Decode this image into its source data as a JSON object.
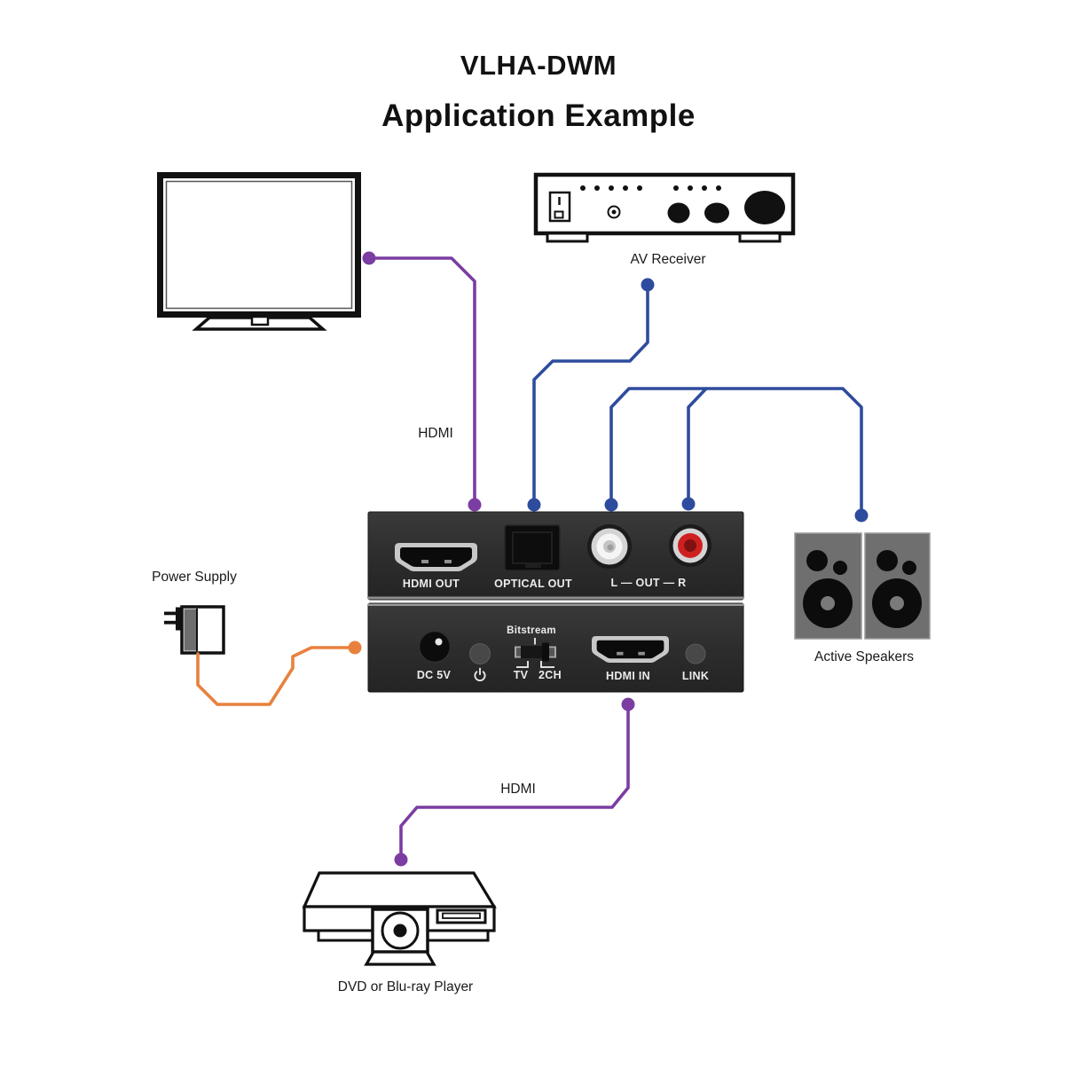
{
  "title": "VLHA-DWM",
  "subtitle": "Application Example",
  "colors": {
    "hdmi_cable_purple": "#7B3DA1",
    "audio_cable_blue": "#2E4C9D",
    "power_cable_orange": "#E8813D",
    "device_panel_dark": "#2D2D2D",
    "speaker_gray": "#6F6F6F",
    "rca_left_white": "#F5F5F5",
    "rca_right_red": "#CF2020"
  },
  "labels": {
    "av_receiver": "AV Receiver",
    "active_speakers": "Active Speakers",
    "power_supply": "Power Supply",
    "dvd_player": "DVD or Blu-ray Player",
    "hdmi_cable_top": "HDMI",
    "hdmi_cable_bottom": "HDMI"
  },
  "extractor": {
    "output_panel": {
      "hdmi_out_label": "HDMI OUT",
      "optical_out_label": "OPTICAL OUT",
      "rca_out_label": "L — OUT — R"
    },
    "input_panel": {
      "dc_label": "DC 5V",
      "power_icon": "power-symbol",
      "bitstream_label": "Bitstream",
      "switch_left_label": "TV",
      "switch_right_label": "2CH",
      "hdmi_in_label": "HDMI IN",
      "link_label": "LINK"
    }
  }
}
